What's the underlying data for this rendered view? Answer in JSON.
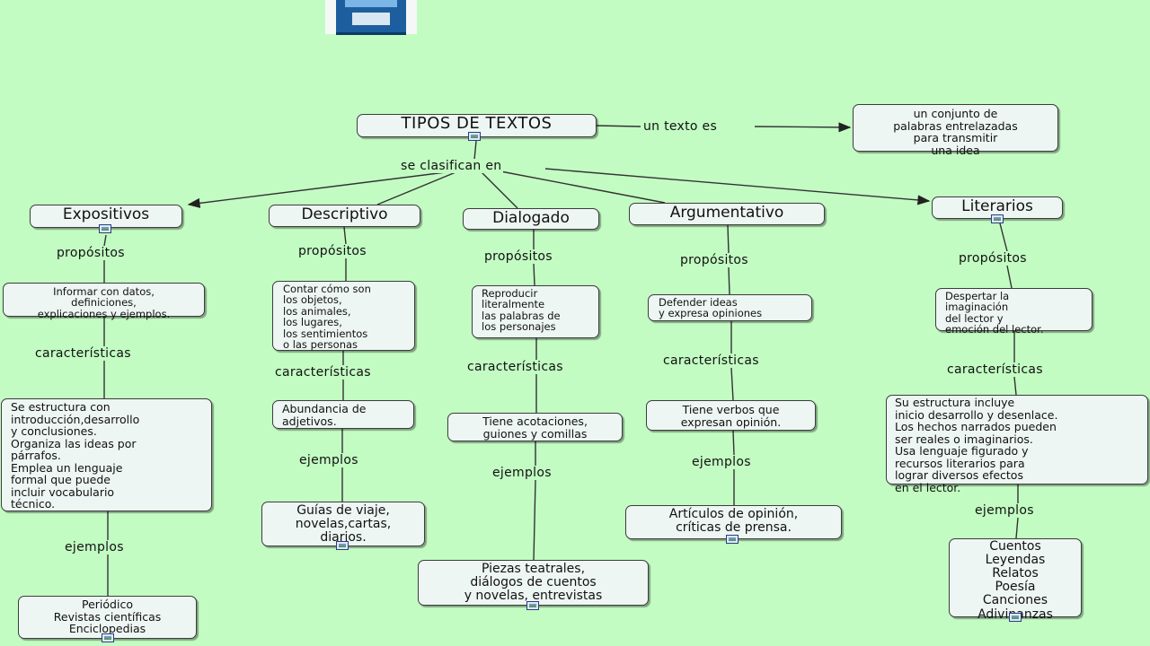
{
  "root": {
    "title": "TIPOS DE TEXTOS"
  },
  "definition": {
    "link": "un texto es",
    "text": "un conjunto de\npalabras entrelazadas\npara transmitir\nuna idea"
  },
  "classify_link": "se clasifican en",
  "types": [
    {
      "name": "Expositivos",
      "purpose_link": "propósitos",
      "purpose": "Informar con datos,\ndefiniciones,\nexplicaciones y ejemplos.",
      "features_link": "características",
      "features": "Se estructura con\nintroducción,desarrollo\ny conclusiones.\nOrganiza las ideas por\npárrafos.\nEmplea un lenguaje\nformal que puede\nincluir vocabulario\ntécnico.",
      "examples_link": "ejemplos",
      "examples": "Periódico\nRevistas científicas\nEnciclopedias"
    },
    {
      "name": "Descriptivo",
      "purpose_link": "propósitos",
      "purpose": "Contar cómo son\nlos objetos,\nlos animales,\nlos lugares,\nlos sentimientos\no las personas",
      "features_link": "características",
      "features": "Abundancia de\nadjetivos.",
      "examples_link": "ejemplos",
      "examples": "Guías de viaje,\nnovelas,cartas,\ndiarios."
    },
    {
      "name": "Dialogado",
      "purpose_link": "propósitos",
      "purpose": "Reproducir\nliteralmente\nlas palabras de\nlos personajes",
      "features_link": "características",
      "features": "Tiene acotaciones,\nguiones y comillas",
      "examples_link": "ejemplos",
      "examples": "Piezas teatrales,\ndiálogos de cuentos\ny novelas, entrevistas"
    },
    {
      "name": "Argumentativo",
      "purpose_link": "propósitos",
      "purpose": "Defender ideas\ny expresa opiniones",
      "features_link": "características",
      "features": "Tiene verbos que\nexpresan opinión.",
      "examples_link": "ejemplos",
      "examples": "Artículos de opinión,\ncríticas de prensa."
    },
    {
      "name": "Literarios",
      "purpose_link": "propósitos",
      "purpose": "Despertar la\nimaginación\ndel lector y\nemoción del lector.",
      "features_link": "características",
      "features": "Su estructura incluye\ninicio desarrollo y desenlace.\nLos hechos narrados pueden\nser reales o imaginarios.\nUsa lenguaje figurado y\nrecursos literarios para\nlograr diversos efectos\n en el lector.",
      "examples_link": "ejemplos",
      "examples": "Cuentos\nLeyendas\nRelatos\nPoesía\nCanciones\nAdivinanzas"
    }
  ],
  "icons": [
    "book-cover-image",
    "resource-icon"
  ]
}
